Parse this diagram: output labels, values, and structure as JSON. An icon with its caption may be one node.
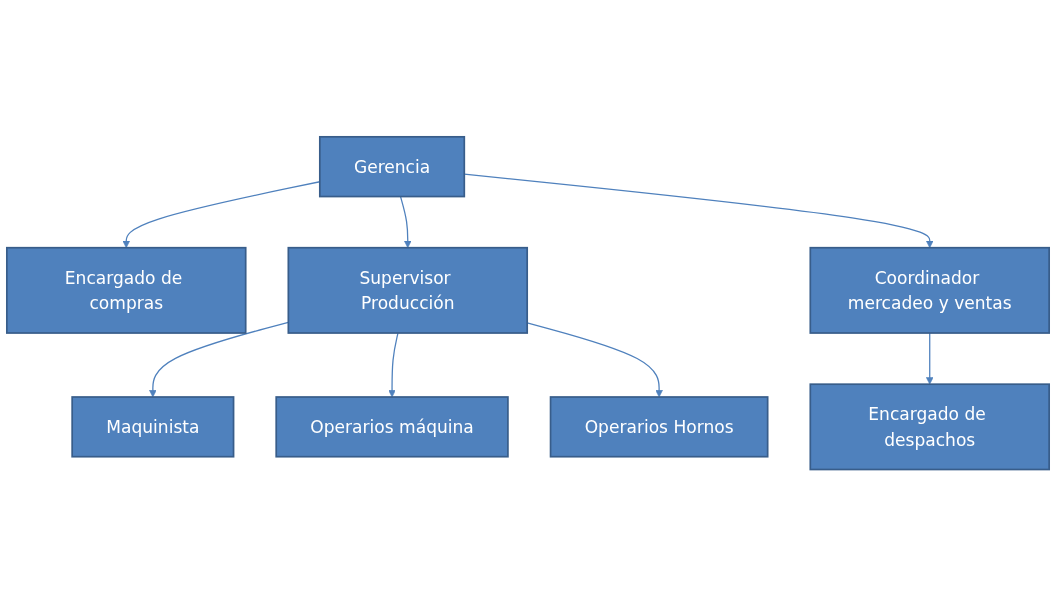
{
  "diagram": {
    "nodes": [
      {
        "text": [
          "Gerencia"
        ]
      },
      {
        "text": [
          "Encargado de compras"
        ]
      },
      {
        "text": [
          "Supervisor Producción"
        ]
      },
      {
        "text": [
          "Coordinador mercadeo y ventas"
        ]
      },
      {
        "text": [
          "Maquinista"
        ]
      },
      {
        "text": [
          "Encargado de despachos"
        ]
      },
      {
        "text": [
          "Operarios máquina"
        ]
      },
      {
        "text": [
          "Operarios Hornos"
        ]
      }
    ],
    "edges": [
      {
        "from": 0,
        "to": 1,
        "arrow": "to"
      },
      {
        "from": 0,
        "to": 2,
        "arrow": "to"
      },
      {
        "from": 0,
        "to": 3,
        "arrow": "to"
      },
      {
        "from": 2,
        "to": 4,
        "arrow": "to"
      },
      {
        "from": 3,
        "to": 5,
        "arrow": "to"
      },
      {
        "from": 2,
        "to": 6,
        "arrow": "to"
      },
      {
        "from": 2,
        "to": 7,
        "arrow": "to"
      }
    ]
  }
}
